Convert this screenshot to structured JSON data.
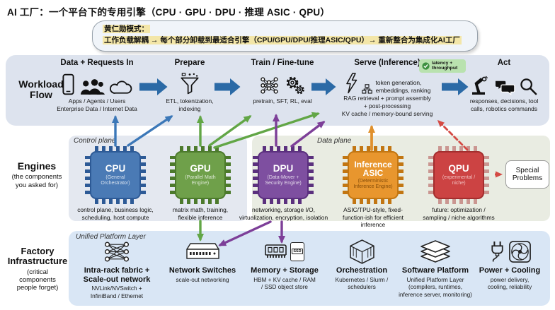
{
  "title": "AI 工厂：一个平台下的专用引擎（CPU · GPU · DPU · 推理 ASIC · QPU）",
  "callout": {
    "heading": "黄仁勋模式：",
    "body": "工作负载解耦 → 每个部分卸载到最适合引擎（CPU/GPU/DPU/推理ASIC/QPU）→ 重新整合为集成化AI工厂"
  },
  "workload": {
    "label": "Workload Flow",
    "stages": [
      {
        "title": "Data + Requests In",
        "caption": "Apps / Agents / Users\nEnterprise Data / Internet Data",
        "icons": [
          "phone-icon",
          "users-icon",
          "cloud-icon"
        ]
      },
      {
        "title": "Prepare",
        "caption": "ETL, tokenization,\nindexing",
        "icons": [
          "funnel-icon"
        ]
      },
      {
        "title": "Train / Fine-tune",
        "caption": "pretrain, SFT, RL, eval",
        "icons": [
          "neural-network-icon",
          "gears-icon"
        ]
      },
      {
        "title": "Serve (Inference)",
        "side_caption": "token generation,\nembeddings, ranking",
        "caption": "RAG retrieval + prompt assembly\n+ post-processing\nKV cache / memory-bound serving",
        "badge": "latency +\nthroughput",
        "icons": [
          "lightning-icon",
          "pipeline-boxes-icon",
          "check-icon"
        ]
      },
      {
        "title": "Act",
        "caption": "responses, decisions, tool\ncalls, robotics commands",
        "icons": [
          "robot-arm-icon",
          "chat-bubbles-icon",
          "magnifier-icon"
        ]
      }
    ]
  },
  "engines": {
    "label": "Engines",
    "sublabel": "(the components\nyou asked for)",
    "control_plane_label": "Control plane",
    "data_plane_label": "Data plane",
    "chips": [
      {
        "name": "CPU",
        "subtitle": "(General\nOrchestrator)",
        "caption": "control plane, business logic,\nscheduling, host compute",
        "color": "#4a7ab5"
      },
      {
        "name": "GPU",
        "subtitle": "(Parallel Math\nEngine)",
        "caption": "matrix math, training,\nflexible inference",
        "color": "#6fa04a"
      },
      {
        "name": "DPU",
        "subtitle": "(Data-Mover +\nSecurity Engine)",
        "caption": "networking, storage I/O,\nvirtualization, encryption, isolation",
        "color": "#7e4fa0"
      },
      {
        "name": "Inference\nASIC",
        "subtitle": "(Deterministic\nInference Engine)",
        "caption": "ASIC/TPU-style, fixed-\nfunction-ish for efficient\ninference",
        "color": "#e8962e"
      },
      {
        "name": "QPU",
        "subtitle": "(experimental /\nniche)",
        "caption": "future: optimization /\nsampling / niche algorithms",
        "color": "#cc4343"
      }
    ],
    "special_problems": "Special\nProblems"
  },
  "infrastructure": {
    "label": "Factory Infrastructure",
    "sublabel": "(critical\ncomponents\npeople forget)",
    "platform_label": "Unified Platform Layer",
    "items": [
      {
        "title": "Intra-rack fabric +\nScale-out network",
        "caption": "NVLink/NVSwitch +\nInfiniBand / Ethernet",
        "icons": [
          "fabric-icon"
        ]
      },
      {
        "title": "Network Switches",
        "caption": "scale-out networking",
        "icons": [
          "switch-icon"
        ]
      },
      {
        "title": "Memory + Storage",
        "caption": "HBM + KV cache / RAM\n/ SSD object store",
        "icons": [
          "ram-icon",
          "ssd-icon"
        ]
      },
      {
        "title": "Orchestration",
        "caption": "Kubernetes / Slurm /\nschedulers",
        "icons": [
          "container-icon"
        ]
      },
      {
        "title": "Software Platform",
        "caption": "Unified Platform Layer\n(compilers, runtimes,\ninference server, monitoring)",
        "icons": [
          "layers-icon"
        ]
      },
      {
        "title": "Power + Cooling",
        "caption": "power delivery,\ncooling, reliability",
        "icons": [
          "plug-icon",
          "fan-icon"
        ]
      }
    ],
    "ssd_label": "SSD"
  },
  "colors": {
    "flow_arrow": "#2b6aa6",
    "cpu_arrow": "#3c78b8",
    "gpu_arrow": "#62a646",
    "dpu_arrow": "#7d3f98",
    "asic_arrow": "#e0902c",
    "qpu_arrow": "#d44a44",
    "workload_row_bg": "#dde3ee",
    "control_plane_bg": "#e4e8f0",
    "data_plane_bg": "#e9ece2",
    "infra_row_bg": "#d9e6f5",
    "badge_bg": "#b9e2af",
    "highlight": "#f3e6a8"
  }
}
